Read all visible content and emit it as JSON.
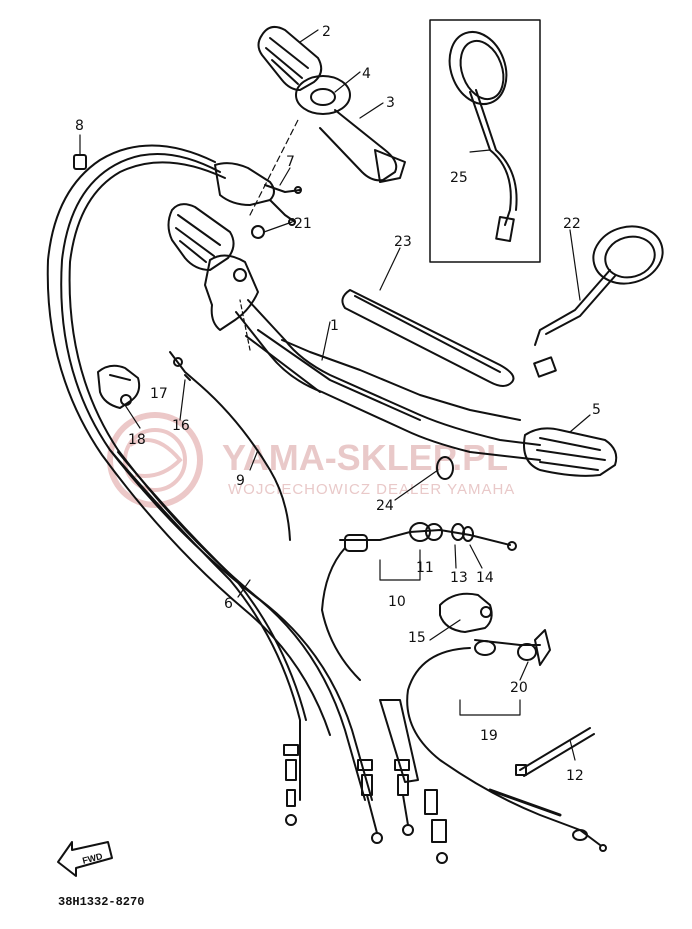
{
  "watermark": {
    "title": "YAMA-SKLEP.PL",
    "subtitle": "WOJCIECHOWICZ DEALER YAMAHA",
    "color": "#e9c9c9"
  },
  "part_labels": {
    "p1": "1",
    "p2": "2",
    "p3": "3",
    "p4": "4",
    "p5": "5",
    "p6": "6",
    "p7": "7",
    "p8": "8",
    "p9": "9",
    "p10": "10",
    "p11": "11",
    "p12": "12",
    "p13": "13",
    "p14": "14",
    "p15": "15",
    "p16": "16",
    "p17": "17",
    "p18": "18",
    "p19": "19",
    "p20": "20",
    "p21": "21",
    "p22": "22",
    "p23": "23",
    "p24": "24",
    "p25": "25"
  },
  "fwd_label": "FWD",
  "diagram_code": "38H1332-8270",
  "line_color": "#111111"
}
